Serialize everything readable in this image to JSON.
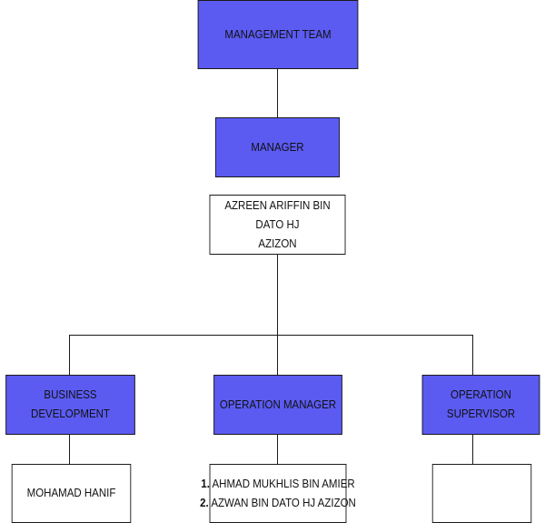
{
  "org_chart": {
    "top": {
      "title": "MANAGEMENT TEAM"
    },
    "manager": {
      "title": "MANAGER",
      "name_line1": "AZREEN ARIFFIN BIN DATO HJ",
      "name_line2": "AZIZON"
    },
    "departments": [
      {
        "title": "BUSINESS DEVELOPMENT",
        "members": [
          "MOHAMAD HANIF"
        ]
      },
      {
        "title": "OPERATION MANAGER",
        "members": [
          {
            "number": "1.",
            "name": "AHMAD MUKHLIS BIN AMIER"
          },
          {
            "number": "2.",
            "name": "AZWAN BIN DATO HJ AZIZON"
          }
        ]
      },
      {
        "title": "OPERATION SUPERVISOR",
        "members": []
      }
    ]
  },
  "colors": {
    "heading_fill": "#5b5bf2",
    "name_fill": "#ffffff",
    "border": "#1a1a1a"
  }
}
